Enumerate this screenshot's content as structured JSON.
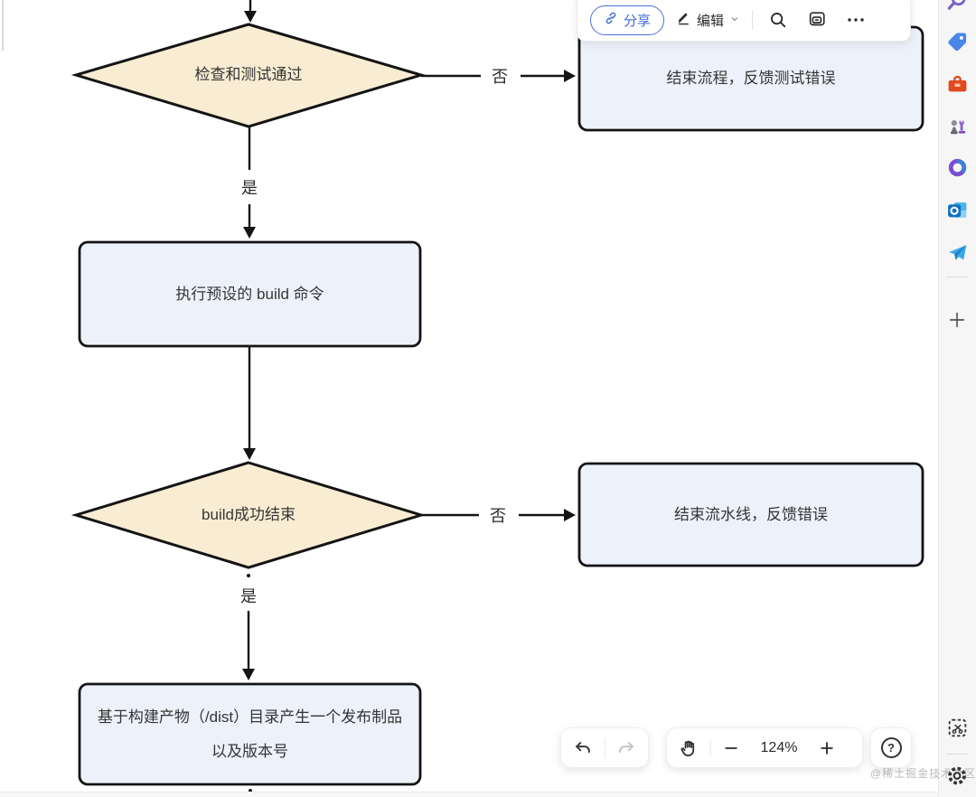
{
  "top_toolbar": {
    "share_label": "分享",
    "edit_label": "编辑"
  },
  "flowchart": {
    "nodes": {
      "check_test": {
        "type": "decision",
        "label": "检查和测试通过"
      },
      "end_process": {
        "type": "process",
        "label": "结束流程，反馈测试错误"
      },
      "run_build": {
        "type": "process",
        "label": "执行预设的 build 命令"
      },
      "build_done": {
        "type": "decision",
        "label": "build成功结束"
      },
      "end_pipeline": {
        "type": "process",
        "label": "结束流水线，反馈错误"
      },
      "make_artifact": {
        "type": "process",
        "label": "基于构建产物（/dist）目录产生一个发布制品以及版本号"
      }
    },
    "edge_labels": {
      "check_no": "否",
      "check_yes": "是",
      "build_no": "否",
      "build_yes": "是"
    },
    "colors": {
      "decision_fill": "#f8ecd2",
      "process_fill": "#edf1f9",
      "stroke": "#141414",
      "accent_blue": "#4a72d8"
    }
  },
  "bottom_toolbar": {
    "zoom_level": "124%",
    "help_label": "?"
  },
  "sidebar": {
    "icons": [
      "search",
      "tag",
      "toolbox",
      "chess",
      "loop",
      "outlook",
      "telegram",
      "add",
      "screenshot",
      "settings"
    ]
  },
  "watermark": {
    "text": "@稀土掘金技术社区"
  }
}
